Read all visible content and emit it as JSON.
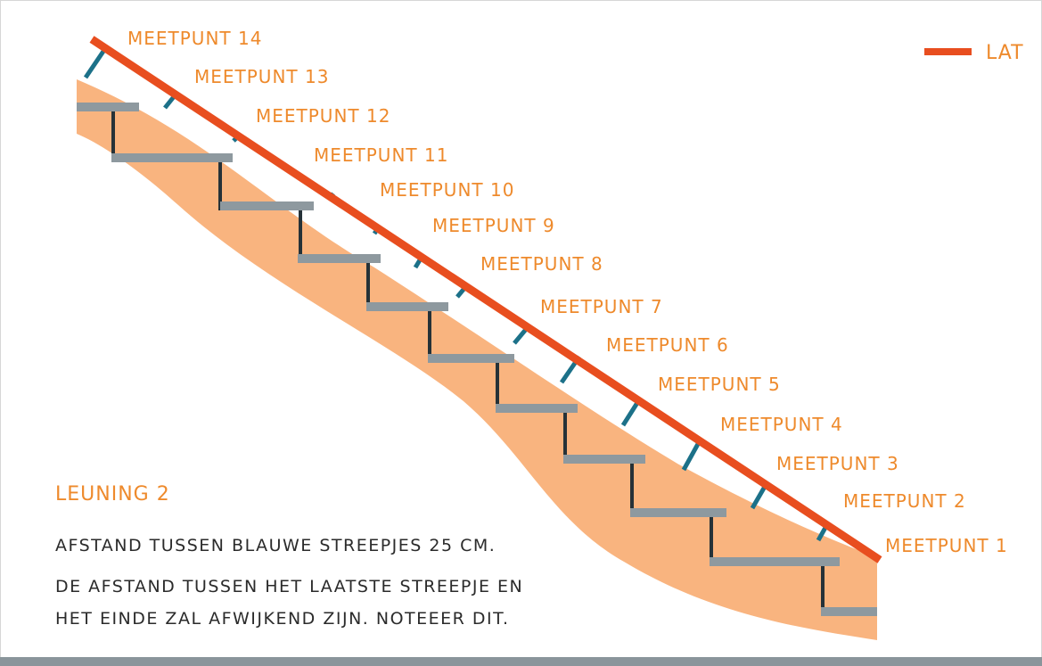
{
  "title": "LEUNING 2",
  "legend": {
    "label": "LAT"
  },
  "colors": {
    "lat": "#e84e1f",
    "stringer": "#f9b47f",
    "tread": "#8e999f",
    "riser": "#263238",
    "marker": "#1c7189",
    "label": "#ee8a2c",
    "text": "#2b2b2b",
    "footer": "#8a959b"
  },
  "meetpunten": [
    "MEETPUNT 1",
    "MEETPUNT 2",
    "MEETPUNT 3",
    "MEETPUNT 4",
    "MEETPUNT 5",
    "MEETPUNT 6",
    "MEETPUNT 7",
    "MEETPUNT 8",
    "MEETPUNT 9",
    "MEETPUNT 10",
    "MEETPUNT 11",
    "MEETPUNT 12",
    "MEETPUNT 13",
    "MEETPUNT 14"
  ],
  "note": [
    "AFSTAND TUSSEN BLAUWE STREEPJES 25 CM.",
    "DE AFSTAND TUSSEN HET LAATSTE STREEPJE EN",
    "HET EINDE ZAL AFWIJKEND ZIJN. NOTEEER DIT."
  ]
}
